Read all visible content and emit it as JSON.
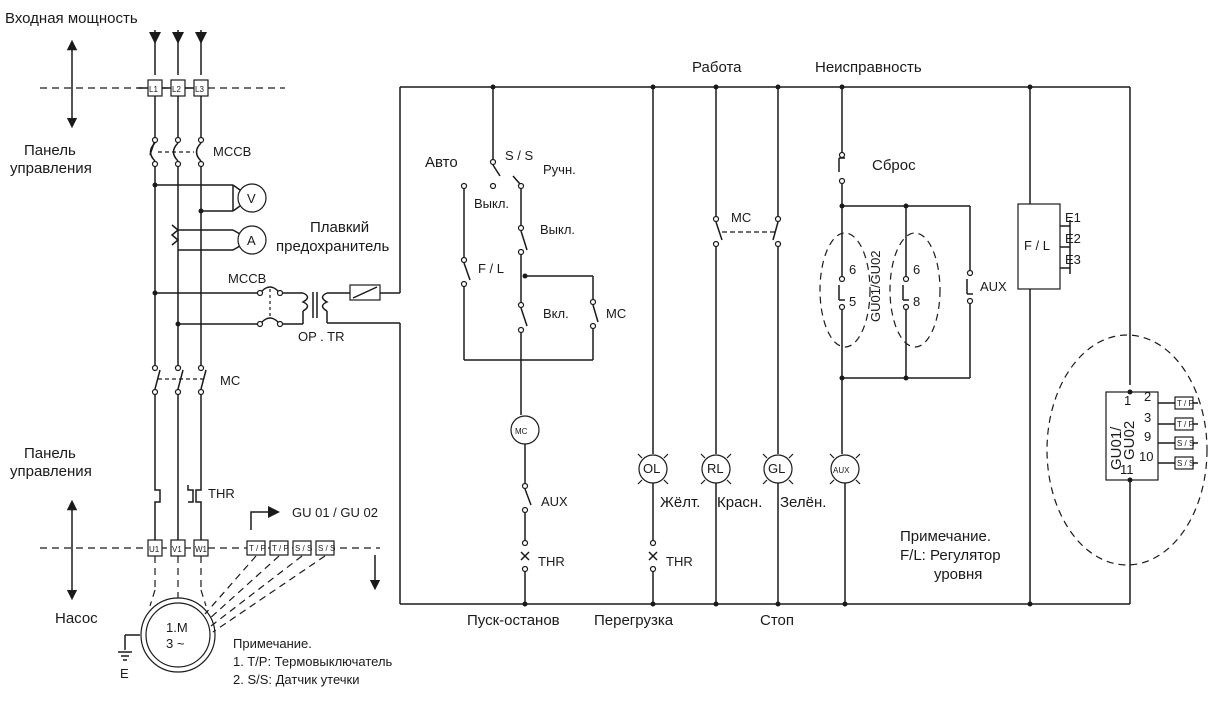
{
  "labels": {
    "input_power": "Входная мощность",
    "control_panel_top": [
      "Панель",
      "управления"
    ],
    "control_panel_bottom": [
      "Панель",
      "управления"
    ],
    "pump": "Насос",
    "earth": "E",
    "fuse": [
      "Плавкий",
      "предохранитель"
    ],
    "mccb_main": "MCCB",
    "mccb_tr": "MCCB",
    "op_tr": "OP . TR",
    "mc_main": "MC",
    "thr_main": "THR",
    "gu_ref": "GU 01 / GU 02",
    "motor": [
      "1.M",
      "3 ~"
    ],
    "voltmeter": "V",
    "ammeter": "A",
    "auto": "Авто",
    "ss": "S / S",
    "manual": "Ручн.",
    "off_sel": "Выкл.",
    "off_btn": "Выкл.",
    "on_btn": "Вкл.",
    "fl": "F / L",
    "mc_seal": "MC",
    "mc_coil": "MC",
    "aux_contact": "AUX",
    "thr_col1": "THR",
    "thr_col2": "THR",
    "run": "Работа",
    "fault": "Неисправность",
    "reset": "Сброс",
    "mc_rl": "MC",
    "lamp_ol": "OL",
    "lamp_rl": "RL",
    "lamp_gl": "GL",
    "lamp_aux": "AUX",
    "yellow": "Жёлт.",
    "red": "Красн.",
    "green": "Зелён.",
    "gu_vertical": "GU01/GU02",
    "pin6a": "6",
    "pin5": "5",
    "pin6b": "6",
    "pin8": "8",
    "aux_fault": "AUX",
    "fl_box": "F / L",
    "e1": "E1",
    "e2": "E2",
    "e3": "E3",
    "start_stop": "Пуск-останов",
    "overload": "Перегрузка",
    "stop": "Стоп",
    "note_title": "Примечание.",
    "note_fl": "F/L: Регулятор",
    "note_fl2": "уровня",
    "note2_title": "Примечание.",
    "note2_tp": "1. T/P: Термовыключатель",
    "note2_ss": "2. S/S: Датчик утечки",
    "gu_detail": [
      "GU01/",
      "GU02"
    ],
    "gu_pin1": "1",
    "gu_pin11": "11",
    "gu_pins": [
      "2",
      "3",
      "9",
      "10"
    ],
    "gu_tags": [
      "T / P",
      "T / P",
      "S / S",
      "S / S"
    ],
    "terms_top": [
      "L1",
      "L2",
      "L3"
    ],
    "terms_bottom": [
      "U1",
      "V1",
      "W1"
    ],
    "terms_sensor": [
      "T / P",
      "T / P",
      "S / S",
      "S / S"
    ]
  }
}
